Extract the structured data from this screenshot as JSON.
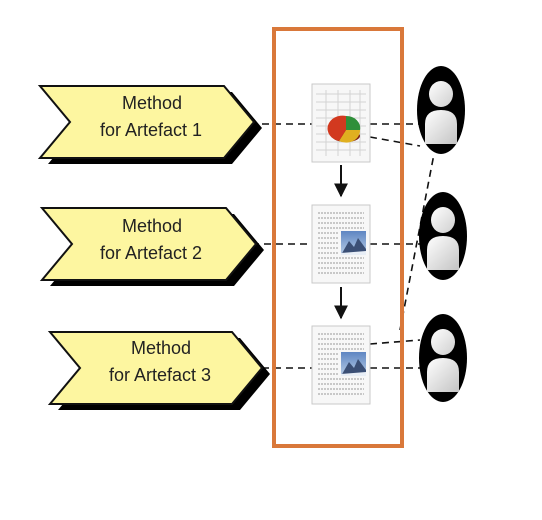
{
  "methods": [
    {
      "line1": "Method",
      "line2": "for Artefact 1"
    },
    {
      "line1": "Method",
      "line2": "for Artefact 2"
    },
    {
      "line1": "Method",
      "line2": "for Artefact 3"
    }
  ],
  "artefacts": [
    {
      "kind": "spreadsheet-with-pie-chart"
    },
    {
      "kind": "document-with-image"
    },
    {
      "kind": "document-with-image"
    }
  ],
  "actors": [
    {
      "kind": "person-icon"
    },
    {
      "kind": "person-icon"
    },
    {
      "kind": "person-icon"
    }
  ],
  "colors": {
    "method_fill": "#fdf6a0",
    "method_stroke": "#111111",
    "container_border": "#d9783a",
    "line": "#111111",
    "person": "#000000"
  }
}
